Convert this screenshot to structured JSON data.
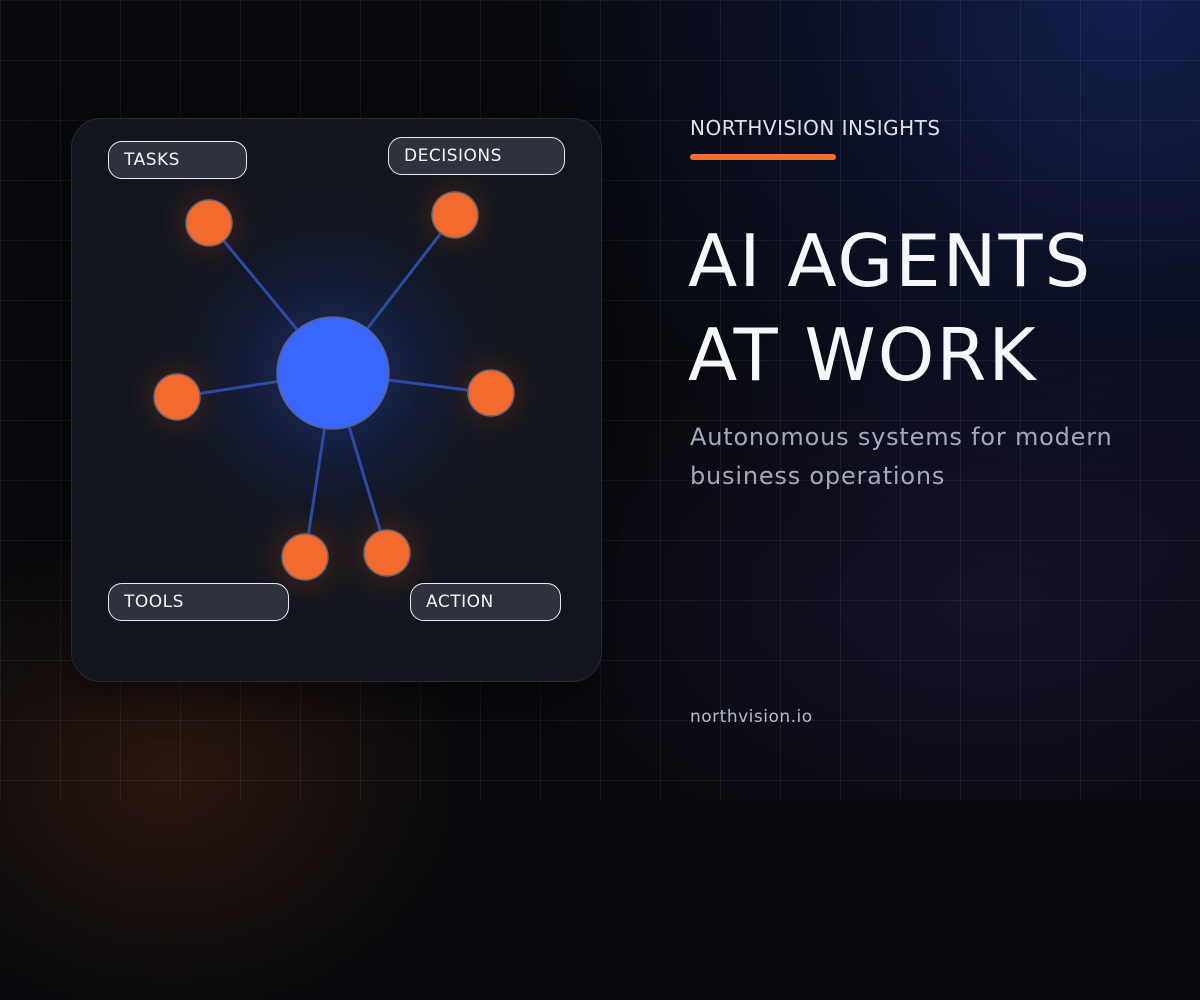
{
  "diagram": {
    "labels": {
      "tasks": "TASKS",
      "decisions": "DECISIONS",
      "tools": "TOOLS",
      "action": "ACTION"
    },
    "hub": {
      "color": "#3866ff"
    },
    "node_color": "#f26a2e",
    "edge_color": "#2c4aa6"
  },
  "header": {
    "brand": "NORTHVISION INSIGHTS",
    "accent_color": "#ff6b2c"
  },
  "hero": {
    "title_line1": "AI AGENTS",
    "title_line2": "AT WORK",
    "subtitle": "Autonomous systems for modern business operations"
  },
  "footer": {
    "website": "northvision.io"
  }
}
